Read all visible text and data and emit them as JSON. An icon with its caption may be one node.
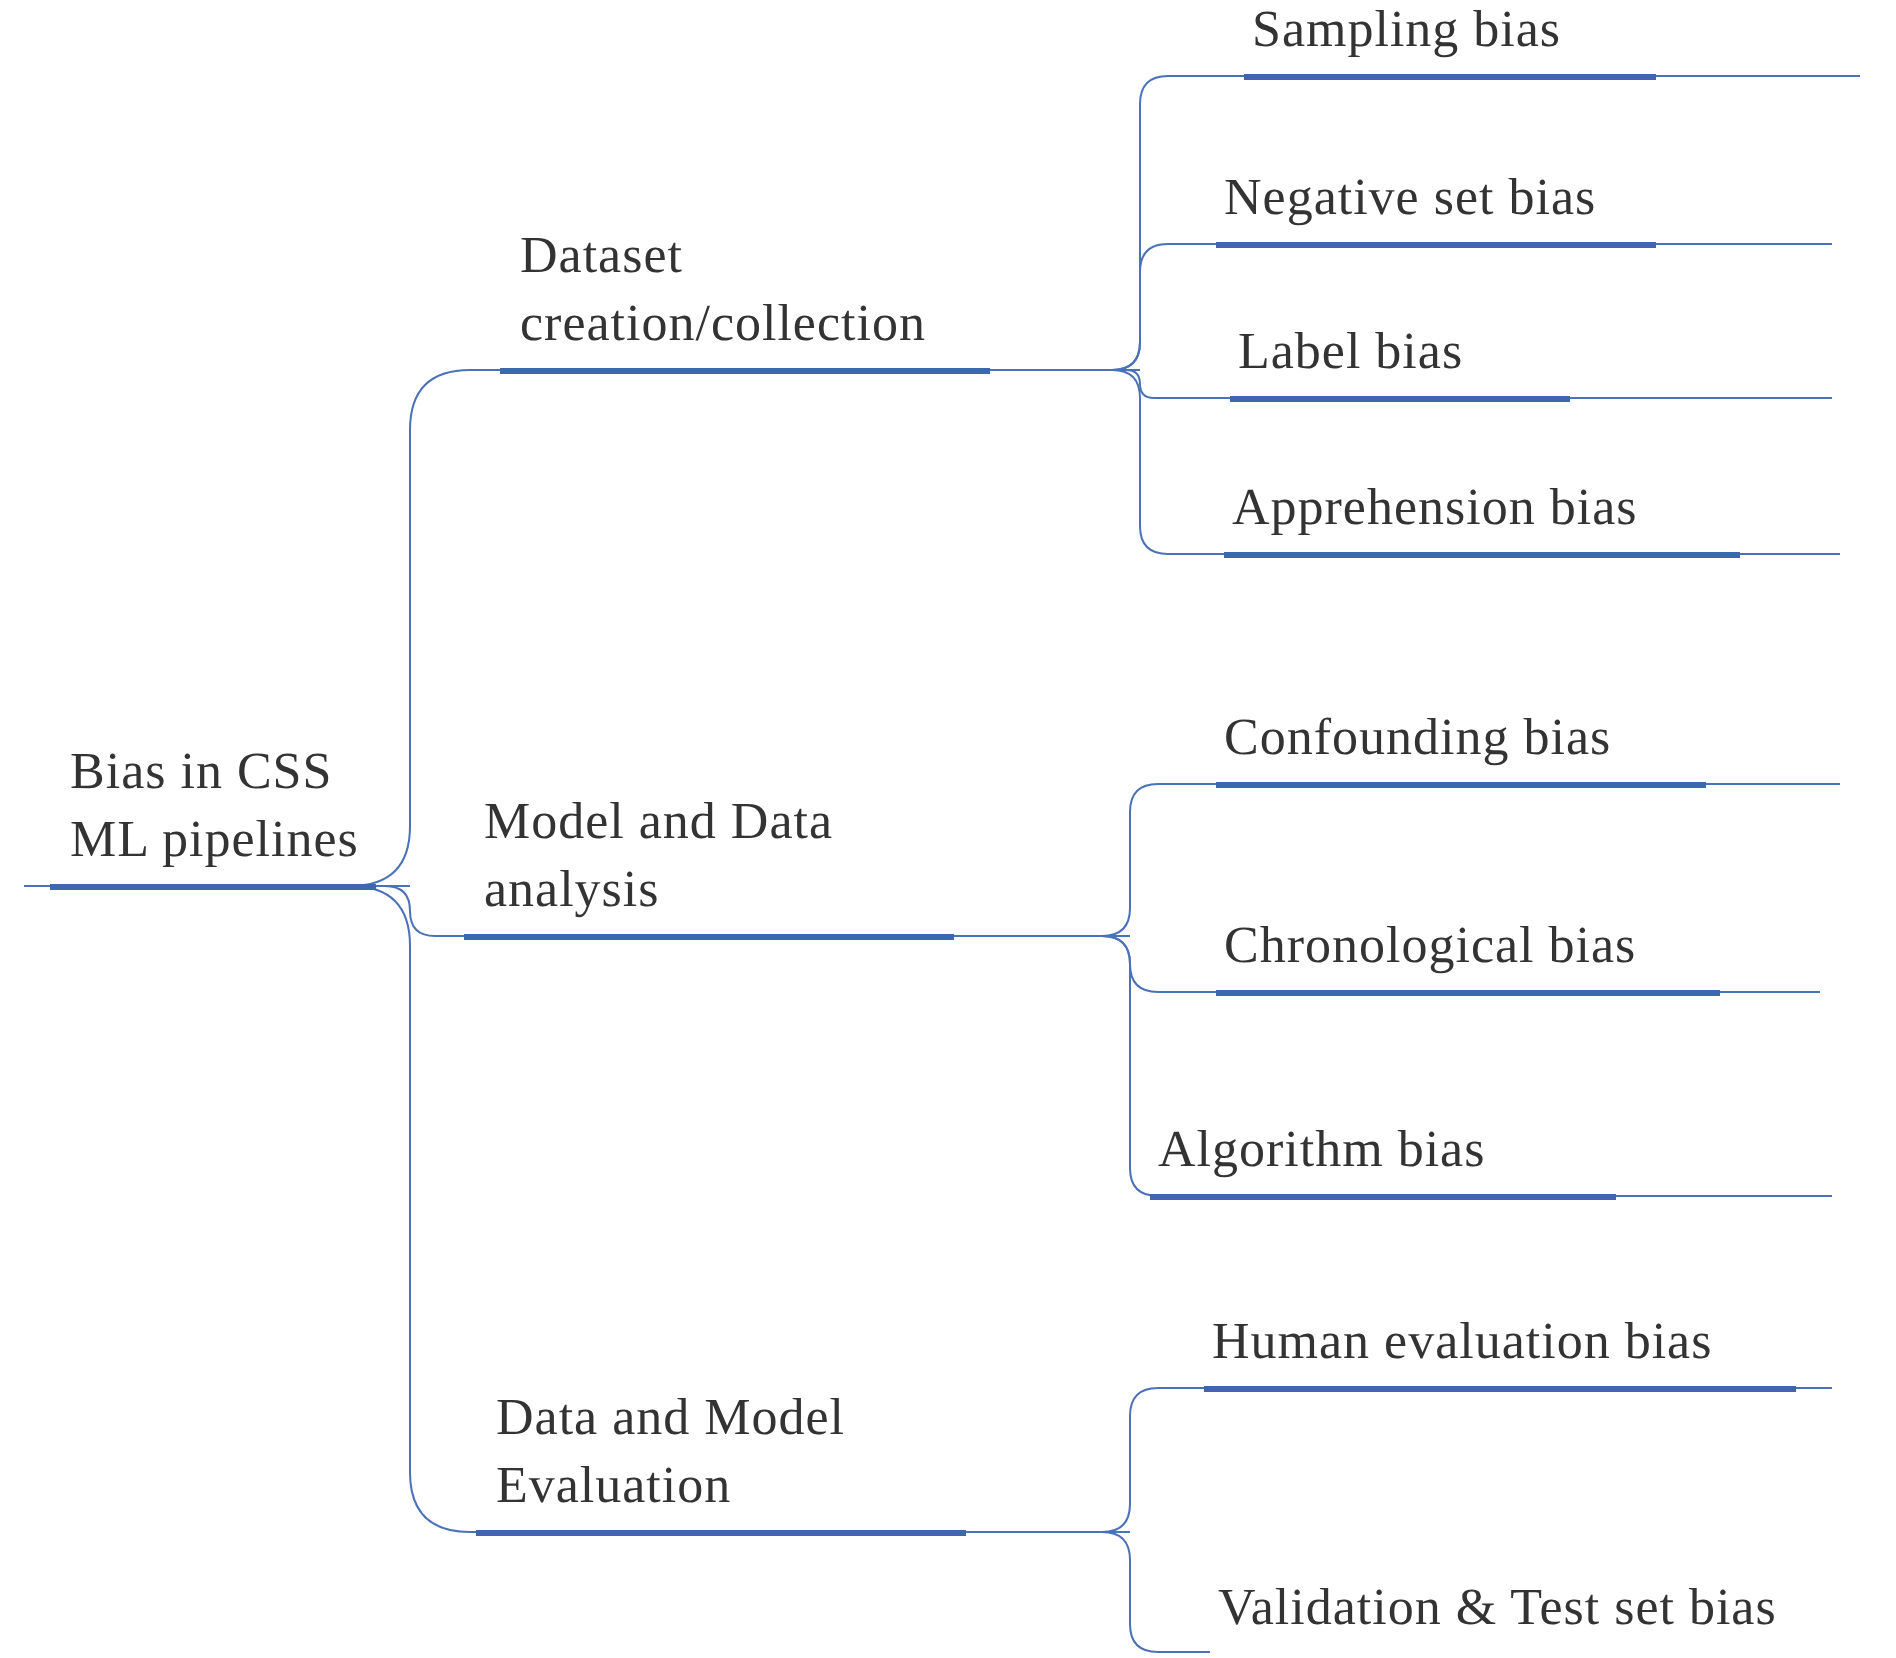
{
  "diagram": {
    "nodes": [
      {
        "text": [
          "Bias in CSS ML pipelines"
        ]
      },
      {
        "text": [
          "Dataset creation/collection"
        ]
      },
      {
        "text": [
          "Model and Data analysis"
        ]
      },
      {
        "text": [
          "Data and Model Evaluation"
        ]
      },
      {
        "text": [
          "Sampling bias"
        ]
      },
      {
        "text": [
          "Negative set bias"
        ]
      },
      {
        "text": [
          "Label bias"
        ]
      },
      {
        "text": [
          "Apprehension bias"
        ]
      },
      {
        "text": [
          "Confounding bias"
        ]
      },
      {
        "text": [
          "Chronological bias"
        ]
      },
      {
        "text": [
          "Algorithm bias"
        ]
      },
      {
        "text": [
          "Human evaluation bias"
        ]
      },
      {
        "text": [
          "Validation & Test set bias"
        ]
      }
    ],
    "edges": [
      {
        "from": 0,
        "to": 1,
        "arrow": "none"
      },
      {
        "from": 0,
        "to": 2,
        "arrow": "none"
      },
      {
        "from": 0,
        "to": 3,
        "arrow": "none"
      },
      {
        "from": 1,
        "to": 4,
        "arrow": "none"
      },
      {
        "from": 1,
        "to": 5,
        "arrow": "none"
      },
      {
        "from": 1,
        "to": 6,
        "arrow": "none"
      },
      {
        "from": 1,
        "to": 7,
        "arrow": "none"
      },
      {
        "from": 2,
        "to": 8,
        "arrow": "none"
      },
      {
        "from": 2,
        "to": 9,
        "arrow": "none"
      },
      {
        "from": 2,
        "to": 10,
        "arrow": "none"
      },
      {
        "from": 3,
        "to": 11,
        "arrow": "none"
      },
      {
        "from": 3,
        "to": 12,
        "arrow": "none"
      }
    ]
  }
}
